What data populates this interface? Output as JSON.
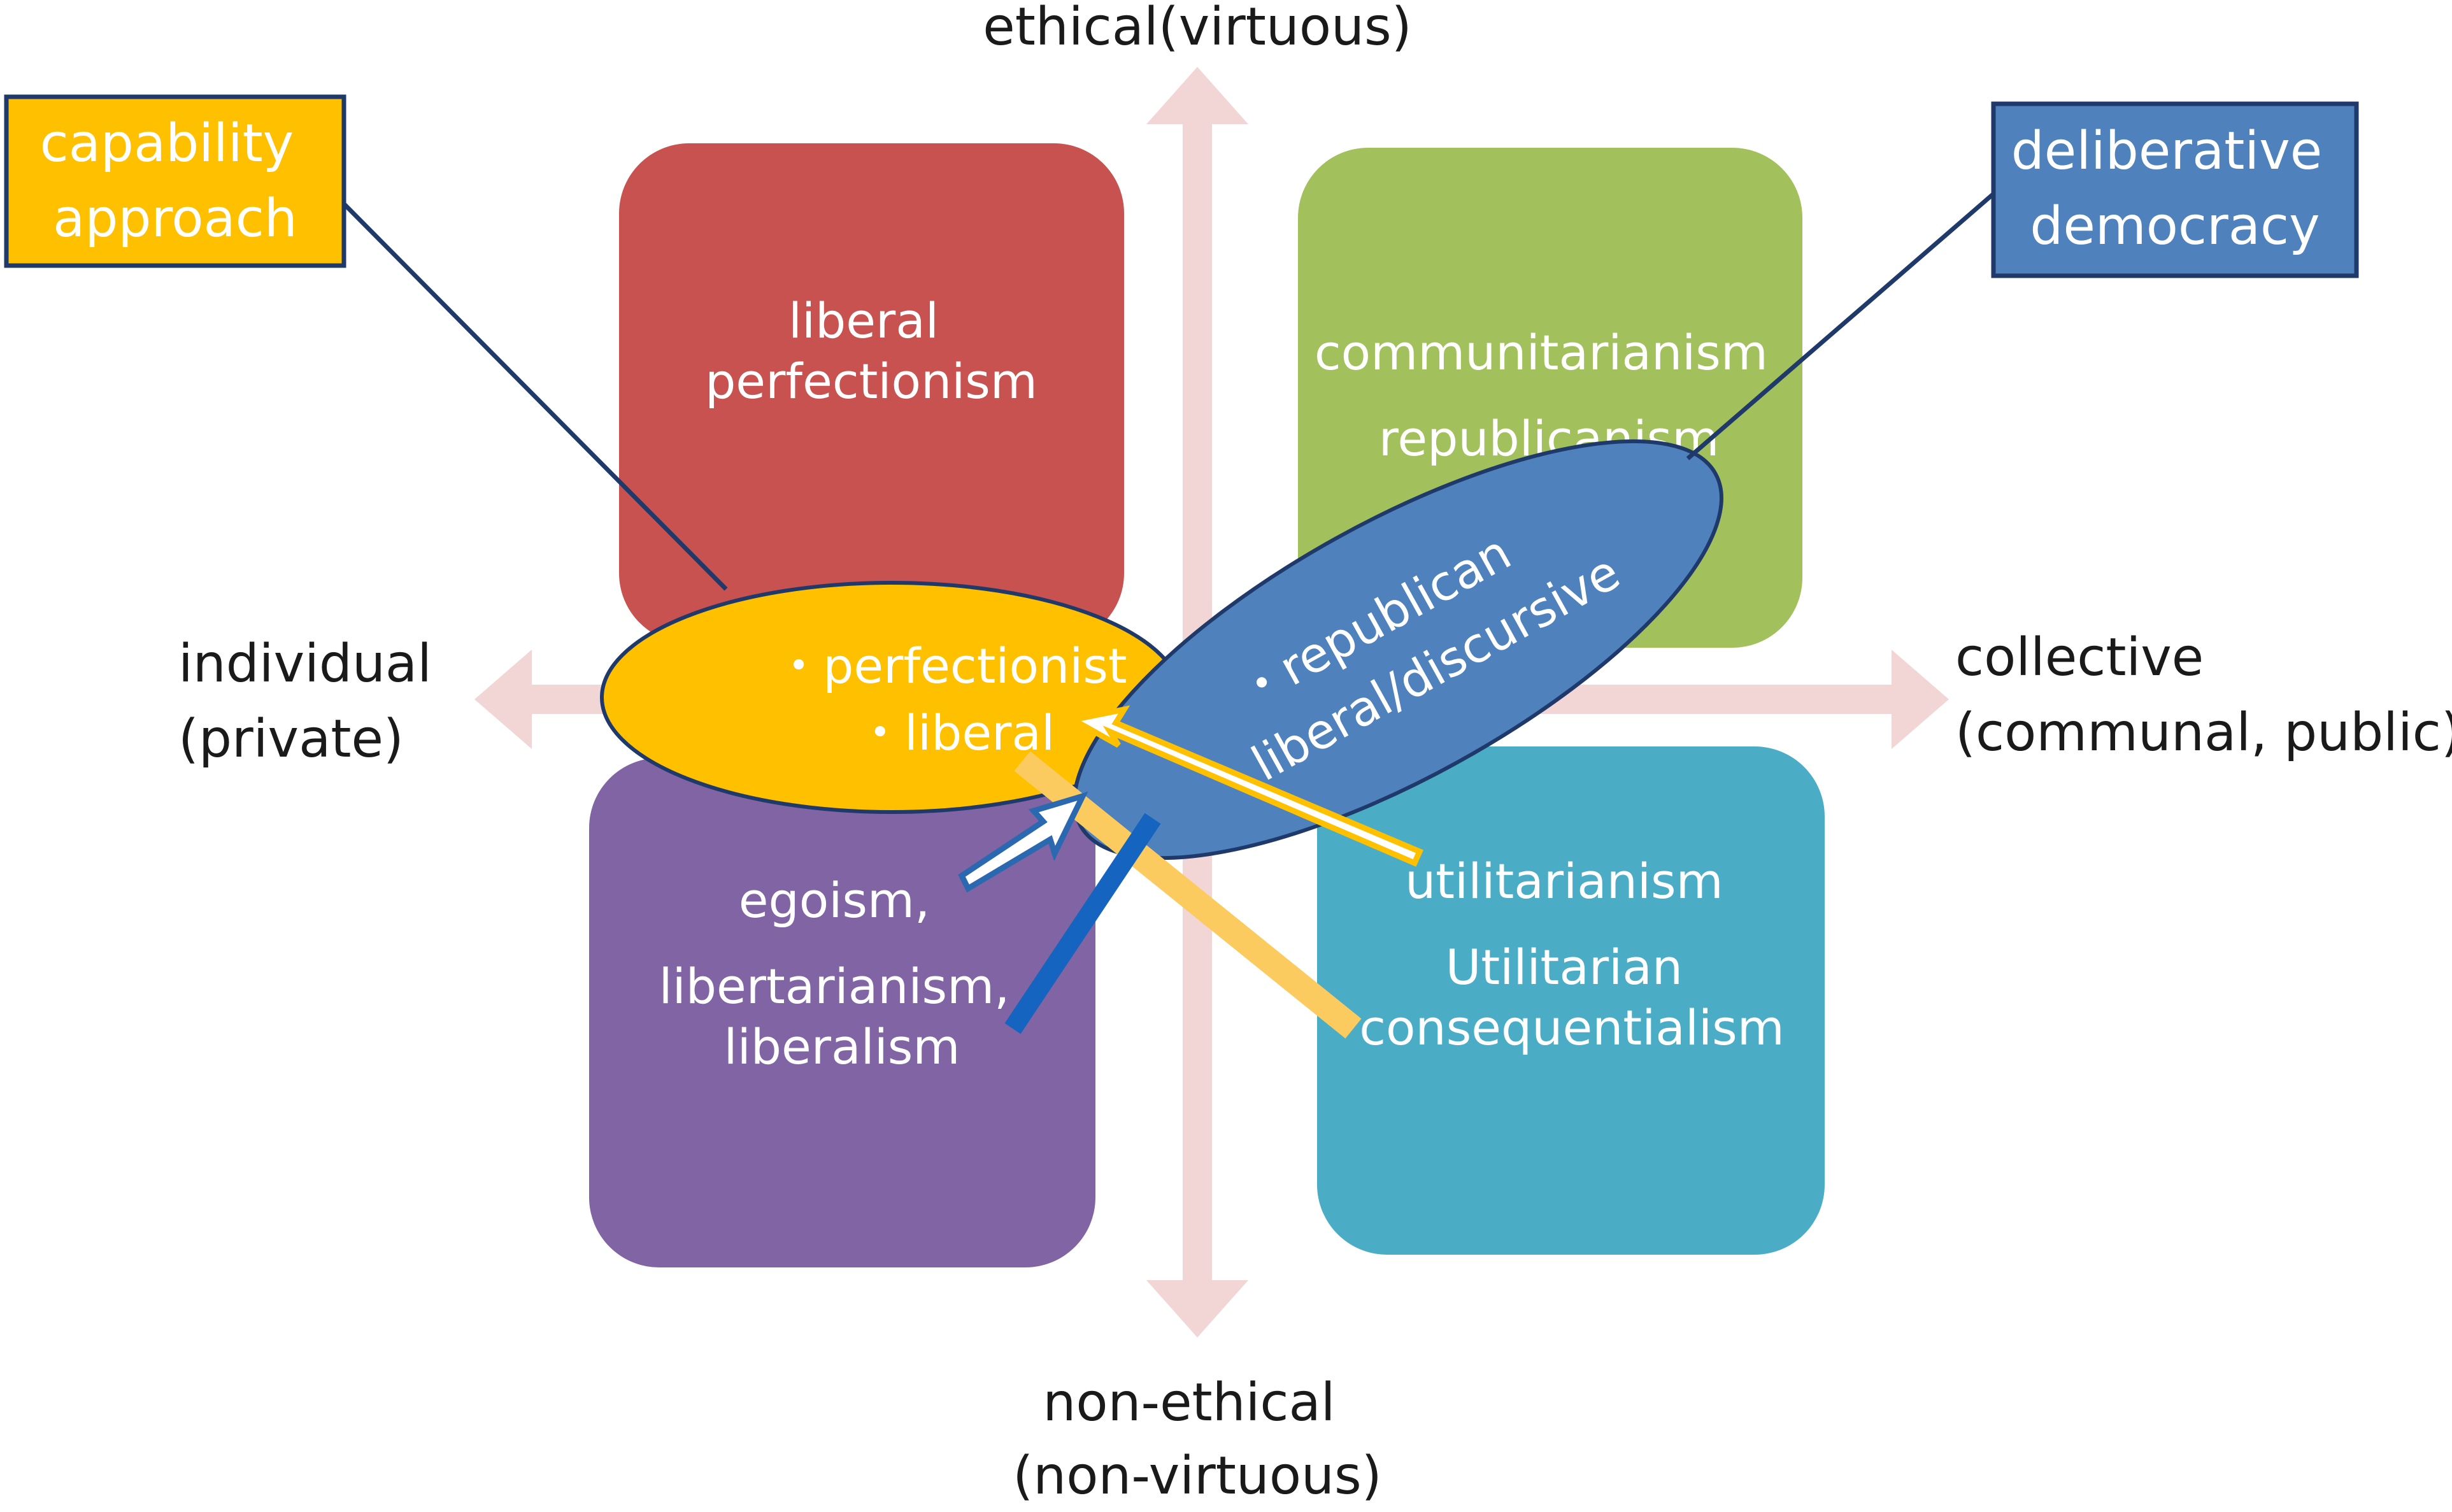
{
  "colors": {
    "axis": "#f2d6d6",
    "liberal_perfectionism": "#c85250",
    "communitarianism": "#a2c15c",
    "egoism": "#8064a4",
    "utilitarianism": "#4bacc6",
    "capability": "#ffc000",
    "deliberative": "#4f81bd",
    "outline_dark": "#1f3a6a",
    "stripe_orange": "#fccb5f",
    "stripe_blue": "#1565c0"
  },
  "axes": {
    "top": [
      "ethical(virtuous)"
    ],
    "bottom": [
      "non-ethical",
      "(non-virtuous)"
    ],
    "left": [
      "individual",
      "(private)"
    ],
    "right": [
      "collective",
      "(communal, public)"
    ]
  },
  "quadrants": {
    "liberal_perfectionism": [
      "liberal",
      "perfectionism"
    ],
    "communitarianism": [
      "communitarianism",
      "republicanism"
    ],
    "egoism": [
      "egoism,",
      "libertarianism,",
      "liberalism"
    ],
    "utilitarianism": [
      "utilitarianism",
      "Utilitarian",
      "consequentialism"
    ]
  },
  "ellipses": {
    "capability": [
      "・perfectionist",
      "・liberal"
    ],
    "deliberative": [
      "・republican",
      "・liberal/discursive"
    ]
  },
  "callouts": {
    "capability": [
      "capability",
      "approach"
    ],
    "deliberative": [
      "deliberative",
      "democracy"
    ]
  }
}
